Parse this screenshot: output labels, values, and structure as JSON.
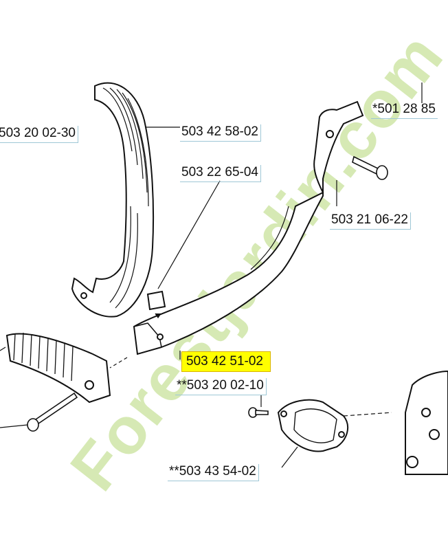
{
  "parts": {
    "part_50128": "*501 28 85",
    "part_503200230": "503 20 02-30",
    "part_503425802": "503 42 58-02",
    "part_503226504": "503 22 65-04",
    "part_503210622": "503 21 06-22",
    "part_503425102": "503 42 51-02",
    "part_503200210": "**503 20 02-10",
    "part_503435402": "**503 43 54-02"
  },
  "highlight_color": "#ffff00",
  "watermark": {
    "text": "Forestjardin.com",
    "colors": [
      "#c6e09a",
      "#f4c79a"
    ]
  }
}
